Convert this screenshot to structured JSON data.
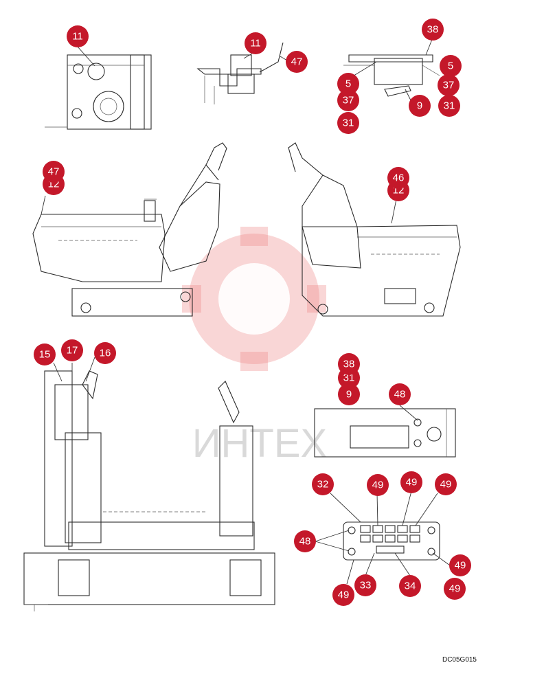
{
  "drawing_code": "DC05G015",
  "watermark_text": "ИНТЕХ",
  "colors": {
    "balloon": "#c4182a",
    "balloon_text": "#ffffff",
    "watermark": "#ee8a8a"
  },
  "callouts": {
    "v1_11": "11",
    "v2_11": "11",
    "v2_47": "47",
    "v3_38": "38",
    "v3_5a": "5",
    "v3_5b": "5",
    "v3_37a": "37",
    "v3_37b": "37",
    "v3_9": "9",
    "v3_31a": "31",
    "v3_31b": "31",
    "left_47": "47",
    "left_12": "12",
    "right_46": "46",
    "right_12": "12",
    "front_15": "15",
    "front_17": "17",
    "front_16": "16",
    "stack_38": "38",
    "stack_31": "31",
    "stack_9": "9",
    "box_48": "48",
    "plate_32": "32",
    "plate_49a": "49",
    "plate_49b": "49",
    "plate_49c": "49",
    "plate_48": "48",
    "plate_49d": "49",
    "plate_49e": "49",
    "plate_49f": "49",
    "plate_33": "33",
    "plate_34": "34"
  }
}
